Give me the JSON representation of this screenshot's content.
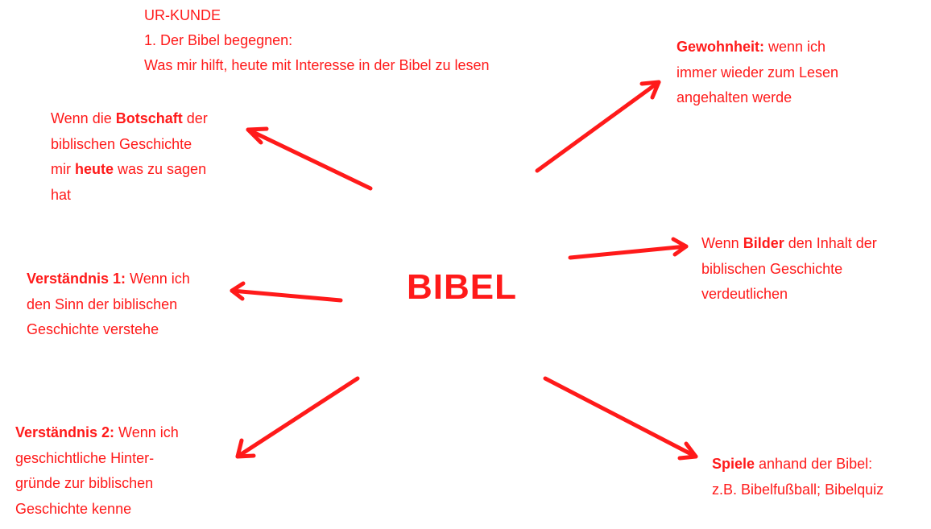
{
  "header": {
    "line1": "UR-KUNDE",
    "line2": "1. Der Bibel begegnen:",
    "line3": "Was mir hilft, heute mit Interesse in der Bibel zu lesen"
  },
  "center": {
    "label": "BIBEL"
  },
  "colors": {
    "accent": "#ff1a1a",
    "background": "#ffffff"
  },
  "nodes": {
    "botschaft": {
      "l1a": "Wenn die ",
      "l1b": "Botschaft",
      "l1c": " der",
      "l2": "biblischen Geschichte",
      "l3a": "mir ",
      "l3b": "heute",
      "l3c": " was zu sagen",
      "l4": "hat"
    },
    "gewohnheit": {
      "l1a": "Gewohnheit:",
      "l1b": " wenn ich",
      "l2": "immer wieder zum Lesen",
      "l3": "angehalten werde"
    },
    "bilder": {
      "l1a": "Wenn ",
      "l1b": "Bilder",
      "l1c": " den Inhalt der",
      "l2": "biblischen Geschichte",
      "l3": "verdeutlichen"
    },
    "verstaendnis1": {
      "l1a": "Verständnis 1:",
      "l1b": " Wenn ich",
      "l2": "den Sinn der biblischen",
      "l3": "Geschichte verstehe"
    },
    "verstaendnis2": {
      "l1a": "Verständnis 2:",
      "l1b": " Wenn ich",
      "l2": "geschichtliche Hinter-",
      "l3": "gründe zur biblischen",
      "l4": "Geschichte kenne"
    },
    "spiele": {
      "l1a": "Spiele",
      "l1b": " anhand der Bibel:",
      "l2": "z.B. Bibelfußball; Bibelquiz"
    }
  }
}
